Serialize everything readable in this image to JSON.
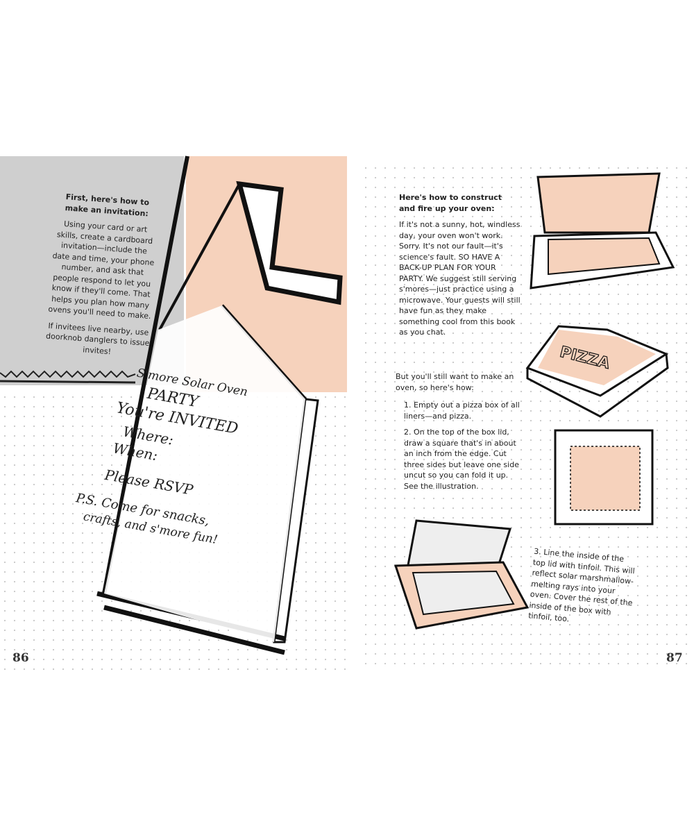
{
  "left_page": {
    "heading": "First, here's how to make an invitation:",
    "body": "Using your card or art skills, create a cardboard invitation—include the date and time, your phone number, and ask that people respond to let you know if they'll come. That helps you plan how many ovens you'll need to make.",
    "tip": "If invitees live nearby, use doorknob danglers to issue invites!",
    "page_number": "86",
    "invitation": {
      "line1": "S'more Solar Oven",
      "line2": "PARTY",
      "line3": "You're INVITED",
      "line4": "Where:",
      "line5": "When:",
      "line6": "Please RSVP",
      "line7": "P.S. Come for snacks,",
      "line8": "crafts, and s'more fun!"
    }
  },
  "right_page": {
    "heading": "Here's how to construct and fire up your oven:",
    "intro": "If it's not a sunny, hot, windless day, your oven won't work. Sorry. It's not our fault—it's science's fault. SO HAVE A BACK-UP PLAN FOR YOUR PARTY. We suggest still serving s'mores—just practice using a microwave. Your guests will still have fun as they make something cool from this book as you chat.",
    "lead": "But you'll still want to make an oven, so here's how:",
    "steps": [
      "1. Empty out a pizza box of all liners—and pizza.",
      "2. On the top of the box lid, draw a square that's in about an inch from the edge. Cut three sides but leave one side uncut so you can fold it up. See the illustration.",
      "3. Line the inside of the top lid with tinfoil. This will reflect solar marshmallow-melting rays into your oven. Cover the rest of the inside of the box with tinfoil, too."
    ],
    "box_label": "PIZZA",
    "page_number": "87"
  },
  "colors": {
    "peach": "#f6d2bc",
    "gray": "#cfcfcf",
    "ink": "#1a1a1a"
  }
}
